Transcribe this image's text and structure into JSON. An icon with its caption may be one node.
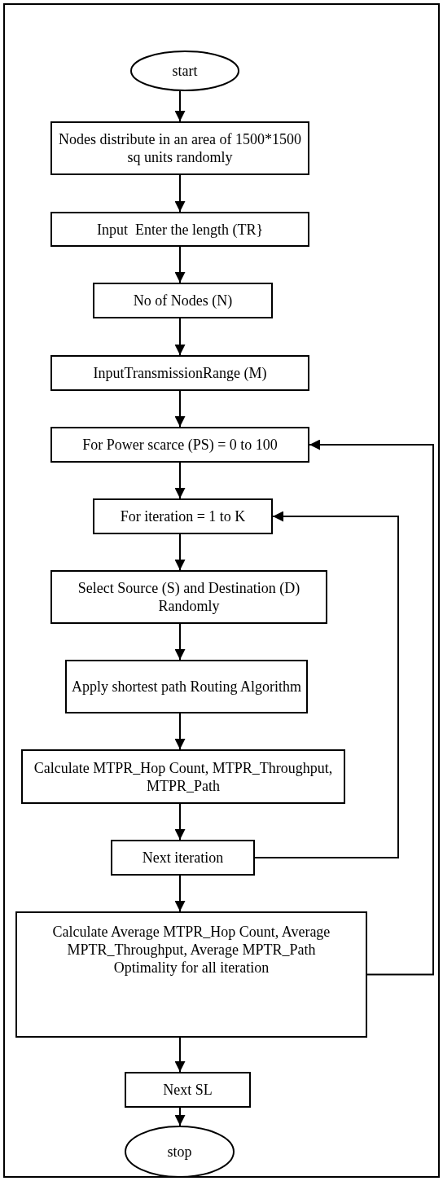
{
  "diagram": {
    "nodes": [
      {
        "text": [
          "start"
        ]
      },
      {
        "text": [
          "Nodes distribute in an area of 1500*1500 sq units randomly"
        ]
      },
      {
        "text": [
          "Input  Enter the length (TR}"
        ]
      },
      {
        "text": [
          "No of Nodes (N)"
        ]
      },
      {
        "text": [
          "InputTransmissionRange (M)"
        ]
      },
      {
        "text": [
          "For Power scarce (PS) = 0 to 100"
        ]
      },
      {
        "text": [
          "For iteration = 1 to K"
        ]
      },
      {
        "text": [
          "Select Source (S) and Destination (D) Randomly"
        ]
      },
      {
        "text": [
          "Apply shortest path Routing Algorithm"
        ]
      },
      {
        "text": [
          "Calculate MTPR_Hop Count, MTPR_Throughput, MTPR_Path"
        ]
      },
      {
        "text": [
          "Next iteration"
        ]
      },
      {
        "text": [
          "Calculate Average MTPR_Hop Count, Average MPTR_Throughput, Average MPTR_Path",
          "Optimality for all iteration"
        ]
      },
      {
        "text": [
          "Next SL"
        ]
      },
      {
        "text": [
          "stop"
        ]
      }
    ],
    "edges": [
      {
        "from": 0,
        "to": 1,
        "arrow": "to"
      },
      {
        "from": 1,
        "to": 2,
        "arrow": "to"
      },
      {
        "from": 2,
        "to": 3,
        "arrow": "to"
      },
      {
        "from": 3,
        "to": 4,
        "arrow": "to"
      },
      {
        "from": 4,
        "to": 5,
        "arrow": "to"
      },
      {
        "from": 5,
        "to": 6,
        "arrow": "to"
      },
      {
        "from": 6,
        "to": 7,
        "arrow": "to"
      },
      {
        "from": 7,
        "to": 8,
        "arrow": "to"
      },
      {
        "from": 8,
        "to": 9,
        "arrow": "to"
      },
      {
        "from": 9,
        "to": 10,
        "arrow": "to"
      },
      {
        "from": 10,
        "to": 6,
        "arrow": "to"
      },
      {
        "from": 10,
        "to": 11,
        "arrow": "to"
      },
      {
        "from": 11,
        "to": 5,
        "arrow": "to"
      },
      {
        "from": 11,
        "to": 12,
        "arrow": "to"
      },
      {
        "from": 12,
        "to": 13,
        "arrow": "to"
      }
    ]
  }
}
